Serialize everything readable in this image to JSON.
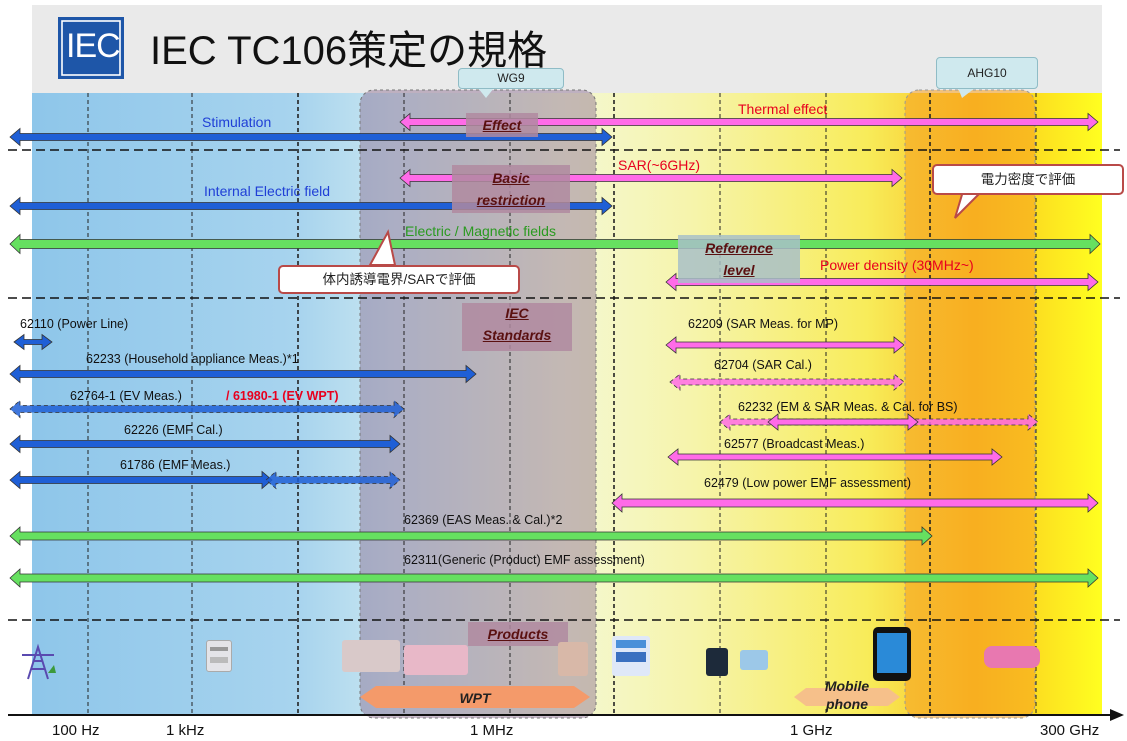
{
  "header": {
    "logo_text": "IEC",
    "title": "IEC TC106策定の規格"
  },
  "colors": {
    "blue_arrow": "#1f5fd6",
    "pink_arrow": "#ff6be8",
    "green_arrow": "#66e060",
    "callout_border": "#b94a48",
    "title_bar": "#eaeaea"
  },
  "groups": {
    "wg9": "WG9",
    "ahg10": "AHG10"
  },
  "categories": {
    "effect": "Effect",
    "basic_restriction_1": "Basic",
    "basic_restriction_2": "restriction",
    "reference_level_1": "Reference",
    "reference_level_2": "level",
    "iec_standards_1": "IEC",
    "iec_standards_2": "Standards",
    "products": "Products",
    "wpt": "WPT",
    "mobile_phone_1": "Mobile",
    "mobile_phone_2": "phone"
  },
  "quantities": {
    "stimulation": "Stimulation",
    "thermal_effect": "Thermal effect",
    "sar": "SAR(~6GHz)",
    "internal_electric_field": "Internal Electric field",
    "em_fields": "Electric / Magnetic fields",
    "power_density": "Power density (30MHz~)"
  },
  "callouts": {
    "power_density_eval": "電力密度で評価",
    "internal_field_eval": "体内誘導電界/SARで評価"
  },
  "standards": {
    "s62110": "62110 (Power Line)",
    "s62233": "62233 (Household appliance Meas.)*1",
    "s62764_a": "62764-1 (EV Meas.)",
    "s62764_b": "/ 61980-1 (EV WPT)",
    "s62226": "62226 (EMF Cal.)",
    "s61786": "61786 (EMF Meas.)",
    "s62209": "62209 (SAR Meas. for MP)",
    "s62704": "62704 (SAR Cal.)",
    "s62232": "62232 (EM & SAR Meas. & Cal. for BS)",
    "s62577": "62577 (Broadcast Meas.)",
    "s62479": "62479 (Low power EMF assessment)",
    "s62369": "62369 (EAS Meas. & Cal.)*2",
    "s62311": "62311(Generic (Product) EMF assessment)"
  },
  "axis": {
    "ticks": [
      "100 Hz",
      "1 kHz",
      "1 MHz",
      "1 GHz",
      "300 GHz"
    ]
  },
  "icons": [
    "power-line-tower-icon",
    "household-appliance-icon",
    "medical-device-icon",
    "wireless-charger-icon",
    "hand-device-icon",
    "transport-card-icon",
    "walkie-talkie-icon",
    "base-station-icon",
    "smartphone-icon",
    "car-radar-icon"
  ]
}
